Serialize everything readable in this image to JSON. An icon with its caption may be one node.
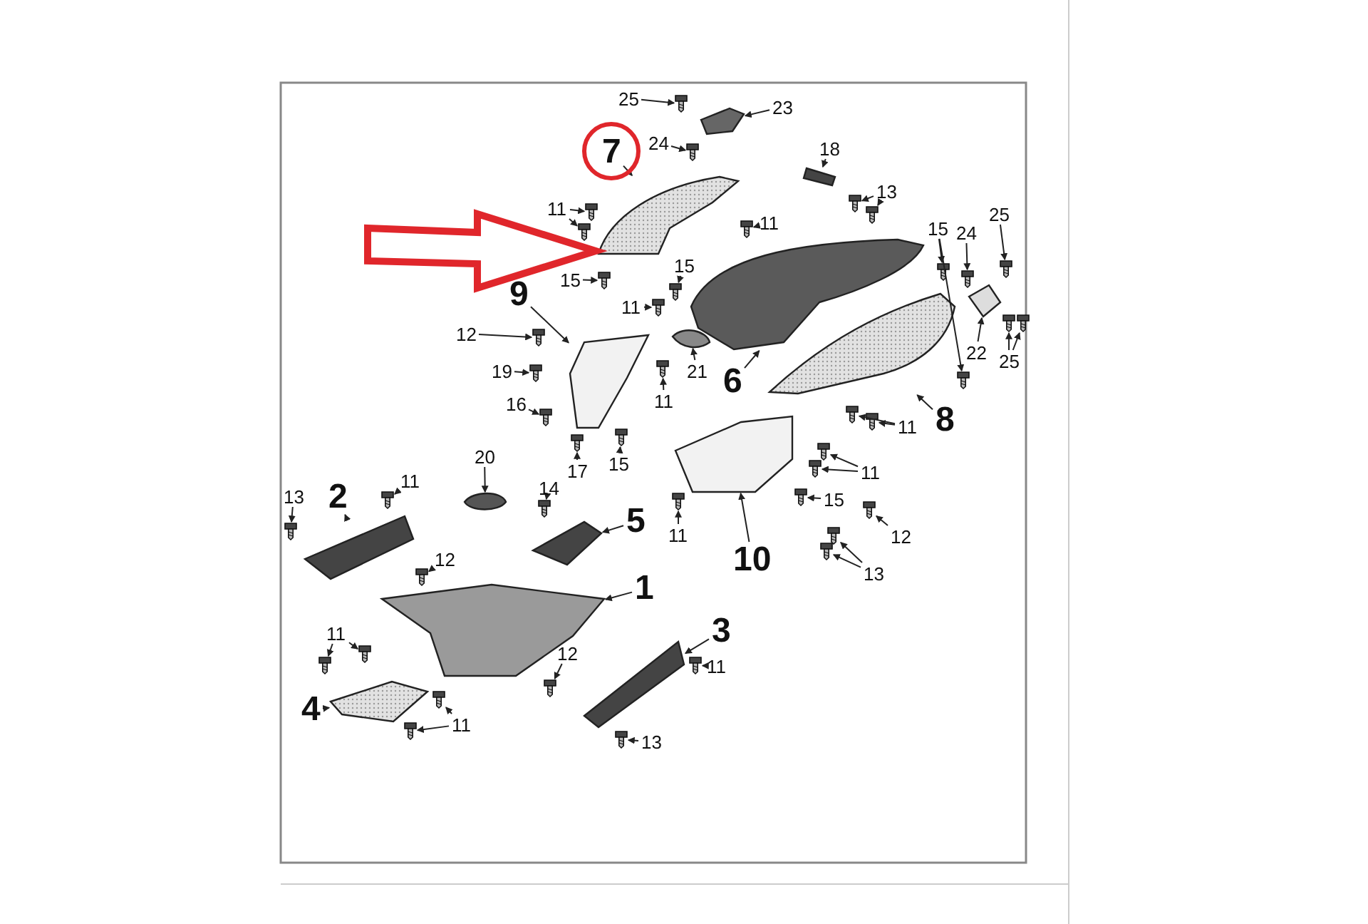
{
  "diagram": {
    "nodes": [
      {
        "text": [
          "25"
        ]
      },
      {
        "text": [
          "23"
        ]
      },
      {
        "text": [
          "7"
        ]
      },
      {
        "text": [
          "24"
        ]
      },
      {
        "text": [
          "18"
        ]
      },
      {
        "text": [
          "13"
        ]
      },
      {
        "text": [
          "11"
        ]
      },
      {
        "text": [
          "11"
        ]
      },
      {
        "text": [
          "15"
        ]
      },
      {
        "text": [
          "15"
        ]
      },
      {
        "text": [
          "15"
        ]
      },
      {
        "text": [
          "24"
        ]
      },
      {
        "text": [
          "25"
        ]
      },
      {
        "text": [
          "9"
        ]
      },
      {
        "text": [
          "11"
        ]
      },
      {
        "text": [
          "12"
        ]
      },
      {
        "text": [
          "22"
        ]
      },
      {
        "text": [
          "25"
        ]
      },
      {
        "text": [
          "19"
        ]
      },
      {
        "text": [
          "21"
        ]
      },
      {
        "text": [
          "6"
        ]
      },
      {
        "text": [
          "11"
        ]
      },
      {
        "text": [
          "8"
        ]
      },
      {
        "text": [
          "11"
        ]
      },
      {
        "text": [
          "16"
        ]
      },
      {
        "text": [
          "17"
        ]
      },
      {
        "text": [
          "15"
        ]
      },
      {
        "text": [
          "20"
        ]
      },
      {
        "text": [
          "11"
        ]
      },
      {
        "text": [
          "11"
        ]
      },
      {
        "text": [
          "11"
        ]
      },
      {
        "text": [
          "13"
        ]
      },
      {
        "text": [
          "2"
        ]
      },
      {
        "text": [
          "14"
        ]
      },
      {
        "text": [
          "5"
        ]
      },
      {
        "text": [
          "15"
        ]
      },
      {
        "text": [
          "12"
        ]
      },
      {
        "text": [
          "10"
        ]
      },
      {
        "text": [
          "13"
        ]
      },
      {
        "text": [
          "12"
        ]
      },
      {
        "text": [
          "1"
        ]
      },
      {
        "text": [
          "3"
        ]
      },
      {
        "text": [
          "11"
        ]
      },
      {
        "text": [
          "11"
        ]
      },
      {
        "text": [
          "12"
        ]
      },
      {
        "text": [
          "4"
        ]
      },
      {
        "text": [
          "13"
        ]
      },
      {
        "text": [
          "11"
        ]
      },
      {
        "text": [],
        "shape": "picture"
      },
      {
        "text": [],
        "shape": "picture"
      },
      {
        "text": [],
        "shape": "picture"
      },
      {
        "text": [],
        "shape": "picture"
      },
      {
        "text": [],
        "shape": "picture"
      },
      {
        "text": [],
        "shape": "picture"
      },
      {
        "text": [],
        "shape": "picture"
      },
      {
        "text": [],
        "shape": "picture"
      },
      {
        "text": [],
        "shape": "picture"
      },
      {
        "text": [],
        "shape": "picture"
      },
      {
        "text": [],
        "shape": "picture"
      },
      {
        "text": [],
        "shape": "picture"
      },
      {
        "text": [],
        "shape": "picture"
      },
      {
        "text": [],
        "shape": "picture"
      },
      {
        "text": [],
        "shape": "picture"
      },
      {
        "text": [],
        "shape": "picture"
      },
      {
        "text": [],
        "shape": "picture"
      },
      {
        "text": [],
        "shape": "picture"
      },
      {
        "text": [],
        "shape": "picture"
      },
      {
        "text": [],
        "shape": "picture"
      },
      {
        "text": [],
        "shape": "picture"
      },
      {
        "text": [],
        "shape": "picture"
      },
      {
        "text": [],
        "shape": "picture"
      },
      {
        "text": [],
        "shape": "picture"
      },
      {
        "text": [],
        "shape": "picture"
      },
      {
        "text": [],
        "shape": "picture"
      },
      {
        "text": [],
        "shape": "picture"
      },
      {
        "text": [],
        "shape": "picture"
      },
      {
        "text": [],
        "shape": "picture"
      },
      {
        "text": [],
        "shape": "picture"
      },
      {
        "text": [],
        "shape": "picture"
      },
      {
        "text": [],
        "shape": "picture"
      },
      {
        "text": [],
        "shape": "picture"
      },
      {
        "text": [],
        "shape": "picture"
      },
      {
        "text": [],
        "shape": "picture"
      },
      {
        "text": [],
        "shape": "picture"
      },
      {
        "text": [],
        "shape": "picture"
      },
      {
        "text": [],
        "shape": "picture"
      },
      {
        "text": [],
        "shape": "picture"
      },
      {
        "text": [],
        "shape": "picture"
      },
      {
        "text": [],
        "shape": "picture"
      },
      {
        "text": [],
        "shape": "picture"
      },
      {
        "text": [],
        "shape": "picture"
      },
      {
        "text": [],
        "shape": "picture"
      },
      {
        "text": [],
        "shape": "picture"
      },
      {
        "text": [],
        "shape": "picture"
      },
      {
        "text": [],
        "shape": "picture"
      },
      {
        "text": [],
        "shape": "picture"
      },
      {
        "text": [],
        "shape": "picture"
      },
      {
        "text": [],
        "shape": "picture"
      },
      {
        "text": [],
        "shape": "picture"
      },
      {
        "text": [],
        "shape": "picture"
      },
      {
        "text": [],
        "shape": "picture"
      },
      {
        "text": [],
        "shape": "picture"
      },
      {
        "text": [],
        "shape": "picture"
      },
      {
        "text": [],
        "shape": "picture"
      },
      {
        "text": [],
        "shape": "picture"
      }
    ],
    "edges": [
      {
        "from": 0,
        "to": 63,
        "arrow": "to"
      },
      {
        "from": 1,
        "to": 58,
        "arrow": "to"
      },
      {
        "from": 2,
        "to": 48,
        "arrow": "to"
      },
      {
        "from": 3,
        "to": 64,
        "arrow": "to"
      },
      {
        "from": 4,
        "to": 59,
        "arrow": "to"
      },
      {
        "from": 5,
        "to": 65,
        "arrow": "to"
      },
      {
        "from": 5,
        "to": 66,
        "arrow": "to"
      },
      {
        "from": 6,
        "to": 67,
        "arrow": "to"
      },
      {
        "from": 6,
        "to": 68,
        "arrow": "to"
      },
      {
        "from": 7,
        "to": 69,
        "arrow": "to"
      },
      {
        "from": 8,
        "to": 70,
        "arrow": "to"
      },
      {
        "from": 9,
        "to": 71,
        "arrow": "to"
      },
      {
        "from": 10,
        "to": 72,
        "arrow": "to"
      },
      {
        "from": 10,
        "to": 73,
        "arrow": "to"
      },
      {
        "from": 11,
        "to": 74,
        "arrow": "to"
      },
      {
        "from": 12,
        "to": 75,
        "arrow": "to"
      },
      {
        "from": 13,
        "to": 51,
        "arrow": "to"
      },
      {
        "from": 14,
        "to": 76,
        "arrow": "to"
      },
      {
        "from": 15,
        "to": 77,
        "arrow": "to"
      },
      {
        "from": 16,
        "to": 60,
        "arrow": "to"
      },
      {
        "from": 17,
        "to": 78,
        "arrow": "to"
      },
      {
        "from": 17,
        "to": 79,
        "arrow": "to"
      },
      {
        "from": 18,
        "to": 80,
        "arrow": "to"
      },
      {
        "from": 19,
        "to": 61,
        "arrow": "to"
      },
      {
        "from": 20,
        "to": 49,
        "arrow": "to"
      },
      {
        "from": 21,
        "to": 81,
        "arrow": "to"
      },
      {
        "from": 22,
        "to": 50,
        "arrow": "to"
      },
      {
        "from": 23,
        "to": 82,
        "arrow": "to"
      },
      {
        "from": 23,
        "to": 83,
        "arrow": "to"
      },
      {
        "from": 24,
        "to": 84,
        "arrow": "to"
      },
      {
        "from": 25,
        "to": 85,
        "arrow": "to"
      },
      {
        "from": 26,
        "to": 86,
        "arrow": "to"
      },
      {
        "from": 27,
        "to": 62,
        "arrow": "to"
      },
      {
        "from": 28,
        "to": 87,
        "arrow": "to"
      },
      {
        "from": 29,
        "to": 88,
        "arrow": "to"
      },
      {
        "from": 30,
        "to": 89,
        "arrow": "to"
      },
      {
        "from": 30,
        "to": 90,
        "arrow": "to"
      },
      {
        "from": 31,
        "to": 91,
        "arrow": "to"
      },
      {
        "from": 32,
        "to": 53,
        "arrow": "to"
      },
      {
        "from": 33,
        "to": 92,
        "arrow": "to"
      },
      {
        "from": 34,
        "to": 54,
        "arrow": "to"
      },
      {
        "from": 35,
        "to": 93,
        "arrow": "to"
      },
      {
        "from": 36,
        "to": 94,
        "arrow": "to"
      },
      {
        "from": 37,
        "to": 52,
        "arrow": "to"
      },
      {
        "from": 38,
        "to": 95,
        "arrow": "to"
      },
      {
        "from": 38,
        "to": 96,
        "arrow": "to"
      },
      {
        "from": 39,
        "to": 97,
        "arrow": "to"
      },
      {
        "from": 40,
        "to": 55,
        "arrow": "to"
      },
      {
        "from": 41,
        "to": 56,
        "arrow": "to"
      },
      {
        "from": 42,
        "to": 98,
        "arrow": "to"
      },
      {
        "from": 43,
        "to": 99,
        "arrow": "to"
      },
      {
        "from": 43,
        "to": 100,
        "arrow": "to"
      },
      {
        "from": 44,
        "to": 101,
        "arrow": "to"
      },
      {
        "from": 45,
        "to": 57,
        "arrow": "to"
      },
      {
        "from": 46,
        "to": 102,
        "arrow": "to"
      },
      {
        "from": 47,
        "to": 103,
        "arrow": "to"
      },
      {
        "from": 47,
        "to": 104,
        "arrow": "to"
      }
    ]
  }
}
